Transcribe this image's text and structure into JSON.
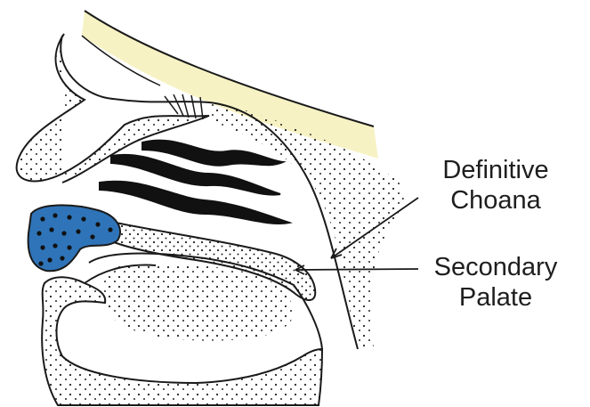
{
  "labels": {
    "definitive_choana": {
      "line1": "Definitive",
      "line2": "Choana"
    },
    "secondary_palate": {
      "line1": "Secondary",
      "line2": "Palate"
    }
  },
  "colors": {
    "outline": "#1a1a1a",
    "stipple": "#222222",
    "bone_highlight": "#f7f2c4",
    "premaxilla_fill": "#2f74b8",
    "text": "#1e1e1e"
  }
}
